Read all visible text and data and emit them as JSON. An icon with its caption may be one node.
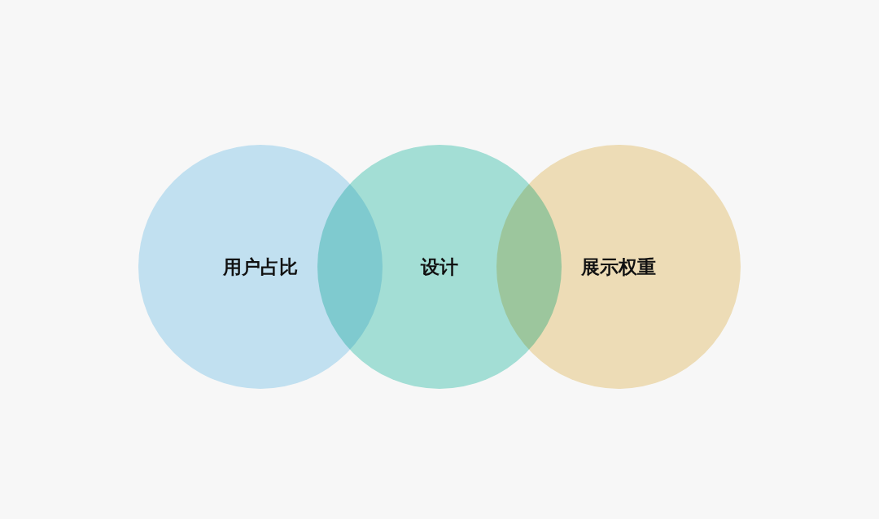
{
  "diagram": {
    "nodes": [
      {
        "text": [
          "用户占比"
        ]
      },
      {
        "text": [
          "设计"
        ]
      },
      {
        "text": [
          "展示权重"
        ]
      }
    ]
  }
}
